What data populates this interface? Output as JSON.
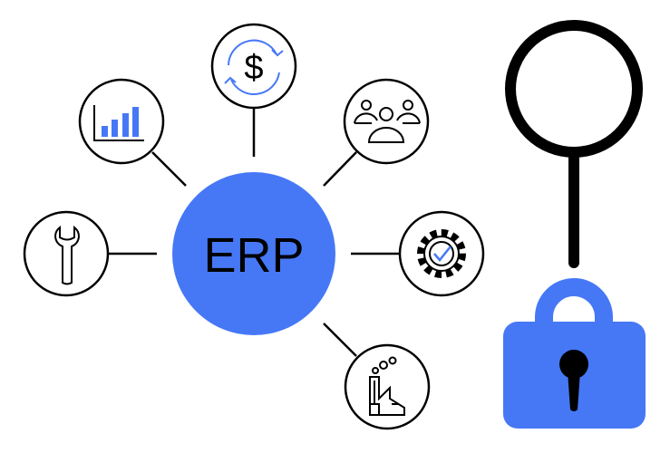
{
  "center": {
    "label": "ERP"
  },
  "modules": [
    {
      "name": "finance",
      "icon": "dollar-cycle-icon"
    },
    {
      "name": "analytics",
      "icon": "bar-chart-icon"
    },
    {
      "name": "human-resources",
      "icon": "people-group-icon"
    },
    {
      "name": "maintenance",
      "icon": "wrench-icon"
    },
    {
      "name": "operations",
      "icon": "gear-check-icon"
    },
    {
      "name": "manufacturing",
      "icon": "factory-icon"
    }
  ],
  "security": {
    "search_icon": "magnifying-glass-icon",
    "lock_icon": "padlock-icon"
  },
  "colors": {
    "accent": "#4678f6",
    "stroke": "#000000",
    "background": "#ffffff"
  }
}
